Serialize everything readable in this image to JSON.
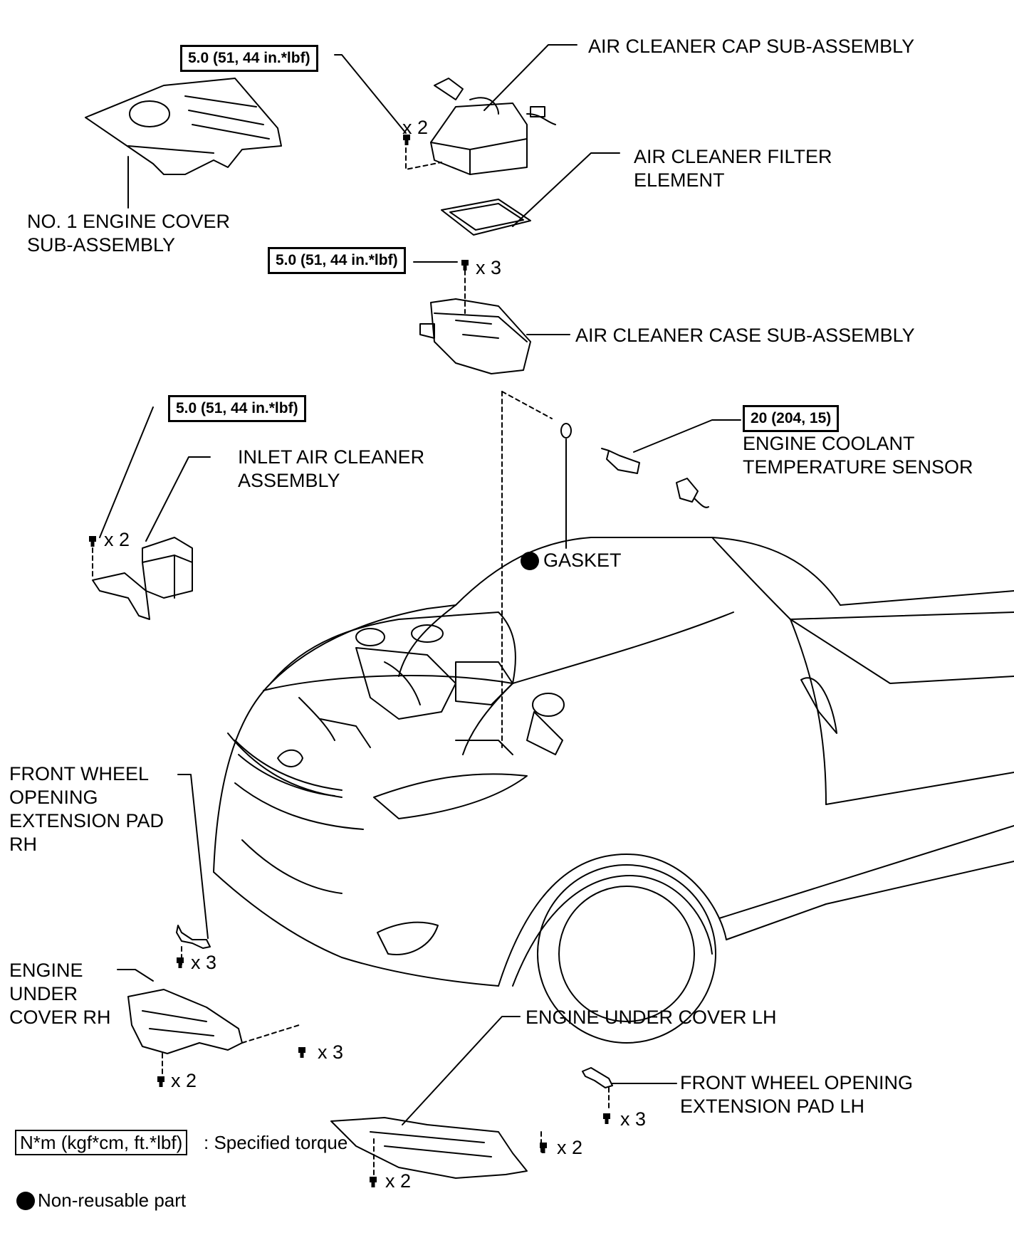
{
  "labels": {
    "air_cleaner_cap": "AIR CLEANER CAP SUB-ASSEMBLY",
    "air_cleaner_filter": "AIR CLEANER FILTER\nELEMENT",
    "engine_cover": "NO. 1 ENGINE COVER\nSUB-ASSEMBLY",
    "air_cleaner_case": "AIR CLEANER CASE SUB-ASSEMBLY",
    "inlet_air_cleaner": "INLET AIR CLEANER\nASSEMBLY",
    "coolant_sensor": "ENGINE COOLANT\nTEMPERATURE SENSOR",
    "gasket": "GASKET",
    "fw_pad_rh": "FRONT WHEEL\nOPENING\nEXTENSION PAD\nRH",
    "under_cover_rh": "ENGINE\nUNDER\nCOVER RH",
    "under_cover_lh": "ENGINE UNDER COVER LH",
    "fw_pad_lh": "FRONT WHEEL OPENING\nEXTENSION PAD LH"
  },
  "torques": {
    "cap_bolts": "5.0 (51, 44 in.*lbf)",
    "case_bolts": "5.0 (51, 44 in.*lbf)",
    "inlet_bolts": "5.0 (51, 44 in.*lbf)",
    "sensor": "20 (204, 15)"
  },
  "quantities": {
    "cap": "x 2",
    "case": "x 3",
    "inlet": "x 2",
    "pad_rh": "x 3",
    "cover_rh_side": "x 3",
    "cover_rh_bottom": "x 2",
    "pad_lh": "x 3",
    "cover_lh_side": "x 2",
    "cover_lh_bottom": "x 2"
  },
  "legend": {
    "torque_unit": "N*m (kgf*cm, ft.*lbf)",
    "torque_desc": ": Specified torque",
    "nonreusable_desc": "Non-reusable part"
  }
}
